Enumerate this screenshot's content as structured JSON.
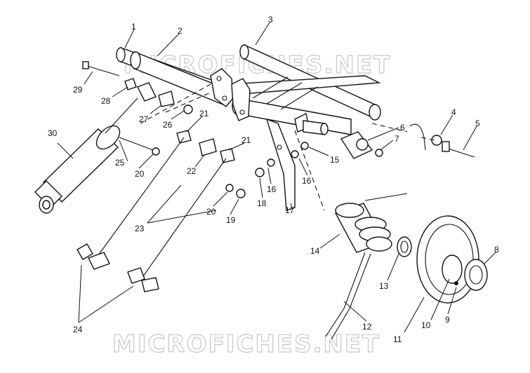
{
  "watermark_top": "MICROFICHES.NET",
  "watermark_bottom": "MICROFICHES.NET",
  "callouts": [
    "1",
    "2",
    "3",
    "4",
    "5",
    "6",
    "7",
    "8",
    "9",
    "10",
    "11",
    "12",
    "13",
    "14",
    "15",
    "16",
    "16",
    "17",
    "18",
    "19",
    "20",
    "20",
    "21",
    "21",
    "22",
    "23",
    "24",
    "25",
    "26",
    "27",
    "28",
    "29",
    "30"
  ]
}
